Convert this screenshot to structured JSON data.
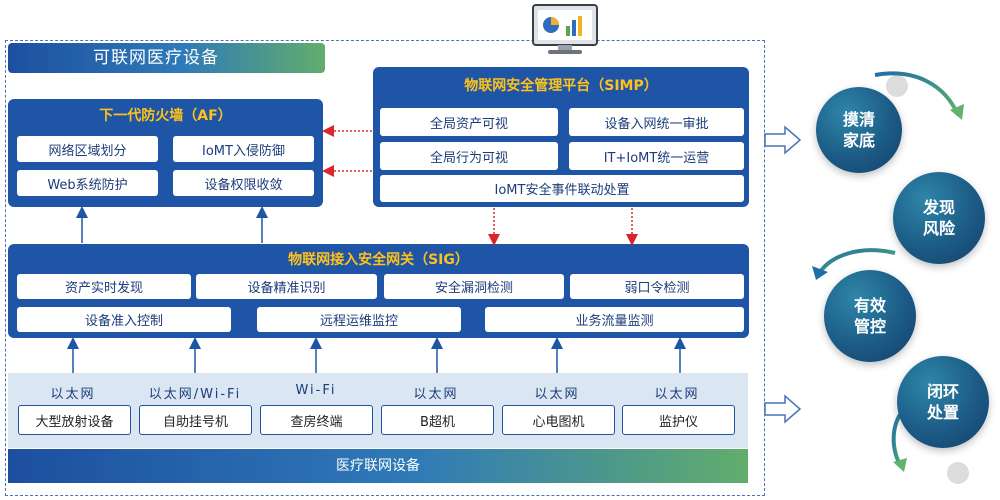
{
  "title": "可联网医疗设备",
  "firewall": {
    "title": "下一代防火墙（AF）",
    "items": [
      "网络区域划分",
      "IoMT入侵防御",
      "Web系统防护",
      "设备权限收敛"
    ]
  },
  "simp": {
    "title": "物联网安全管理平台（SIMP）",
    "items": [
      "全局资产可视",
      "设备入网统一审批",
      "全局行为可视",
      "IT+IoMT统一运营"
    ],
    "wide_item": "IoMT安全事件联动处置"
  },
  "sig": {
    "title": "物联网接入安全网关（SIG）",
    "row1": [
      "资产实时发现",
      "设备精准识别",
      "安全漏洞检测",
      "弱口令检测"
    ],
    "row2": [
      "设备准入控制",
      "远程运维监控",
      "业务流量监测"
    ]
  },
  "connections": [
    "以太网",
    "以太网/Wi-Fi",
    "Wi-Fi",
    "以太网",
    "以太网",
    "以太网"
  ],
  "devices": [
    "大型放射设备",
    "自助挂号机",
    "查房终端",
    "B超机",
    "心电图机",
    "监护仪"
  ],
  "bottom_label": "医疗联网设备",
  "cycle": [
    {
      "line1": "摸清",
      "line2": "家底"
    },
    {
      "line1": "发现",
      "line2": "风险"
    },
    {
      "line1": "有效",
      "line2": "管控"
    },
    {
      "line1": "闭环",
      "line2": "处置"
    }
  ],
  "icons": [
    "monitor-chart-icon",
    "arrow-right-icon",
    "cycle-arrow-icon"
  ],
  "colors": {
    "panel": "#1f55a6",
    "panel_title": "#ffc21a",
    "green": "#62ad6c",
    "dotted_arrow": "#d9262c"
  }
}
